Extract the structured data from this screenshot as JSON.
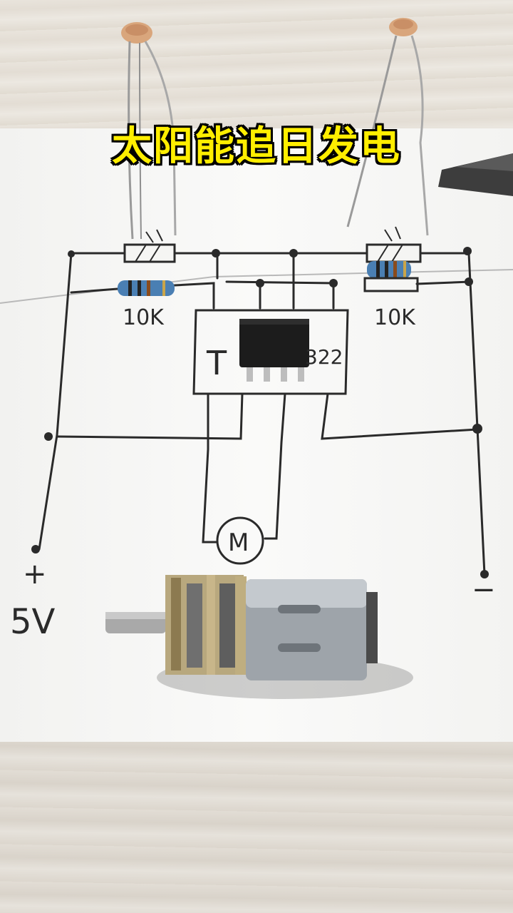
{
  "caption": "太阳能追日发电",
  "labels": {
    "resistor_left": "10K",
    "resistor_right": "10K",
    "chip_mark_left": "T",
    "chip_mark_right": "322",
    "motor_symbol": "M",
    "plus": "+",
    "voltage": "5V",
    "minus": "−"
  },
  "colors": {
    "caption_fill": "#ffee00",
    "caption_outline": "#000000",
    "ink": "#2a2a2a",
    "resistor_body": "#3f6fa0"
  }
}
